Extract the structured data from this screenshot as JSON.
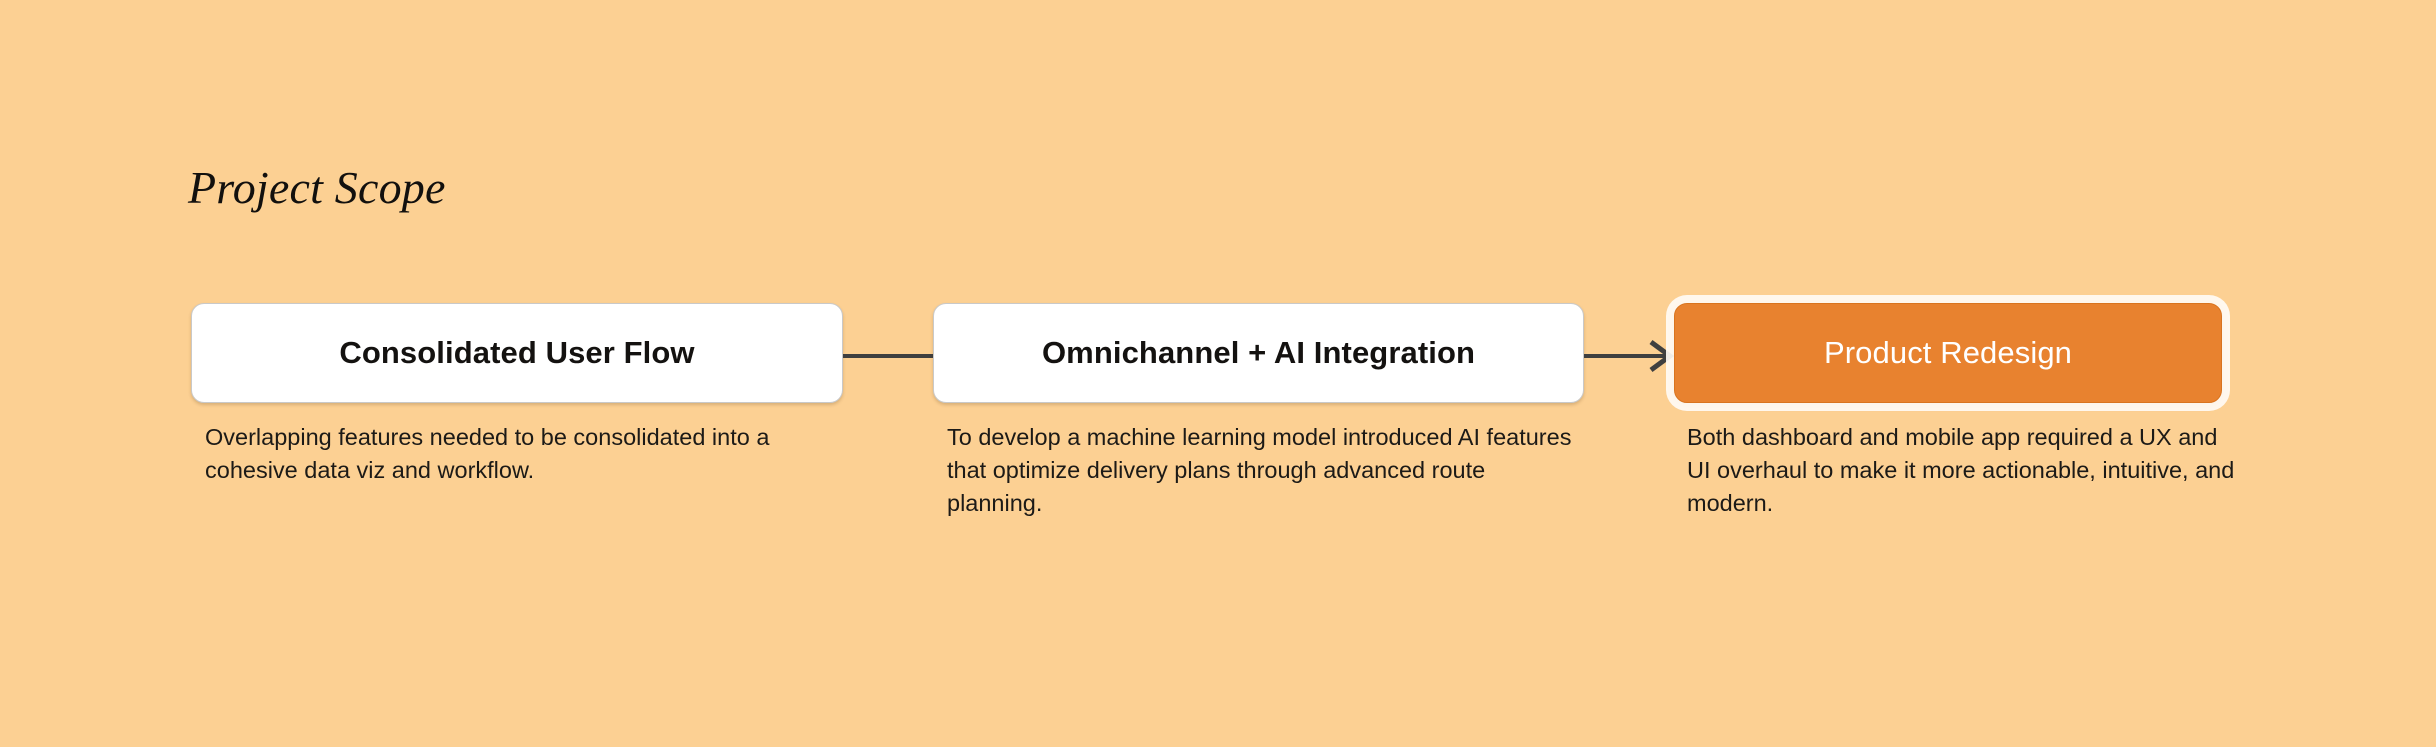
{
  "page": {
    "title": "Project Scope",
    "background_color": "#fcd093",
    "text_color": "#1c1a17"
  },
  "diagram": {
    "type": "horizontal-flow",
    "accent_color": "#e8822f",
    "connector_color": "#3f3f3f",
    "nodes": [
      {
        "id": "consolidated-user-flow",
        "label": "Consolidated User Flow",
        "style": "plain",
        "fill": "#ffffff",
        "caption": "Overlapping features needed to be consolidated into a cohesive data viz and workflow."
      },
      {
        "id": "omnichannel-ai-integration",
        "label": "Omnichannel + AI Integration",
        "style": "plain",
        "fill": "#ffffff",
        "caption": "To develop a machine learning model introduced AI features that optimize delivery plans through advanced route planning."
      },
      {
        "id": "product-redesign",
        "label": "Product Redesign",
        "style": "highlighted",
        "fill": "#e8822f",
        "caption": "Both dashboard and mobile app required a UX and UI overhaul to make it more actionable, intuitive, and modern."
      }
    ],
    "connectors": [
      {
        "from": "consolidated-user-flow",
        "to": "omnichannel-ai-integration",
        "arrowhead": false
      },
      {
        "from": "omnichannel-ai-integration",
        "to": "product-redesign",
        "arrowhead": true
      }
    ]
  }
}
